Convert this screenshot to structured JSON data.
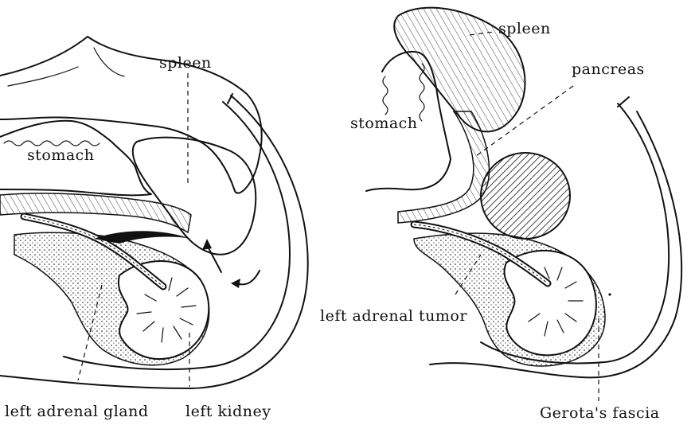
{
  "left_figure": {
    "labels": {
      "spleen": "spleen",
      "stomach": "stomach",
      "adrenal_gland": "left adrenal gland",
      "kidney": "left kidney"
    }
  },
  "right_figure": {
    "labels": {
      "spleen": "spleen",
      "pancreas": "pancreas",
      "stomach": "stomach",
      "adrenal_tumor": "left adrenal tumor",
      "gerota_fascia": "Gerota's fascia"
    }
  }
}
